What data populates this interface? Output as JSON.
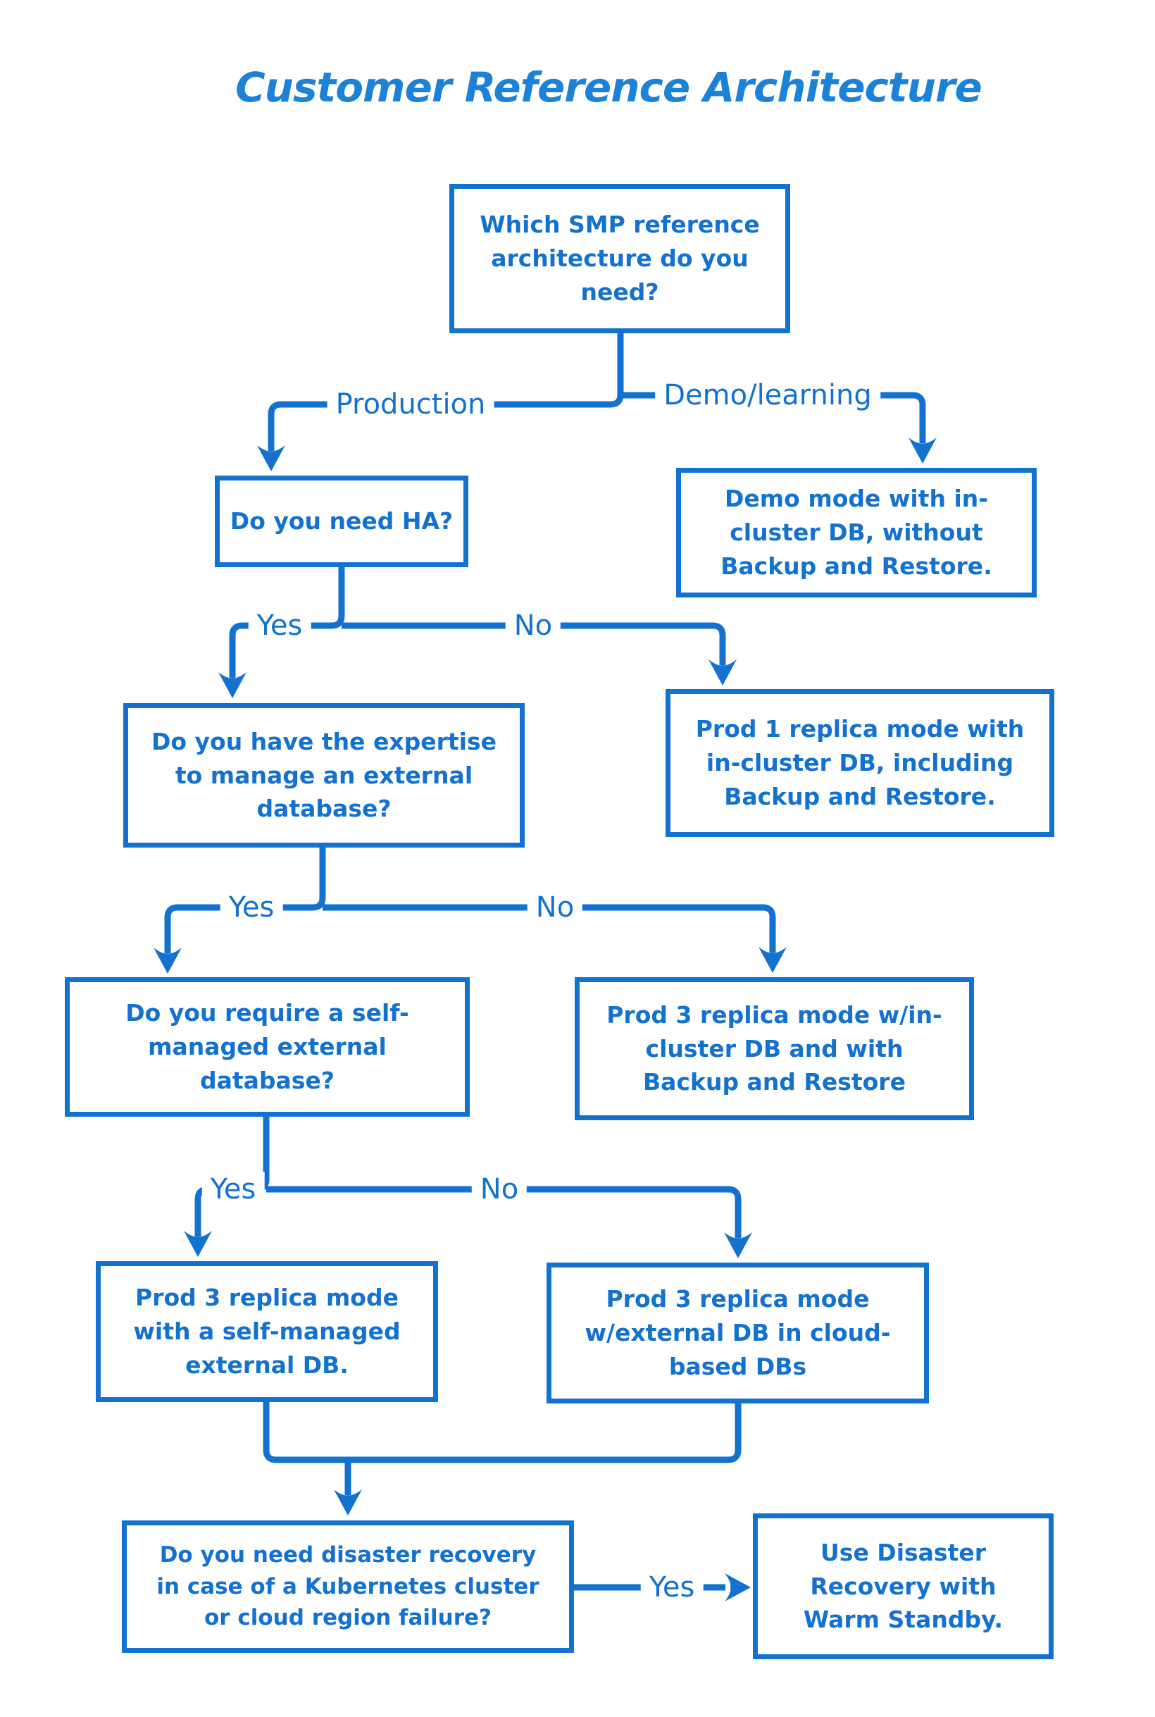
{
  "title": "Customer Reference Architecture",
  "colors": {
    "primary_blue": "#1371cf",
    "title_blue": "#1b82d8",
    "background": "#ffffff"
  },
  "flowchart": {
    "nodes": {
      "root": {
        "lines": [
          "Which SMP reference",
          "architecture do you",
          "need?"
        ]
      },
      "ha": {
        "lines": [
          "Do you need HA?"
        ]
      },
      "demo": {
        "lines": [
          "Demo mode with in-",
          "cluster DB, without",
          "Backup and Restore."
        ]
      },
      "prod1": {
        "lines": [
          "Prod 1 replica mode with",
          "in-cluster DB, including",
          "Backup and Restore."
        ]
      },
      "expertise": {
        "lines": [
          "Do you have the expertise",
          "to manage an external",
          "database?"
        ]
      },
      "selfmanaged": {
        "lines": [
          "Do you require a self-",
          "managed external",
          "database?"
        ]
      },
      "prod3in": {
        "lines": [
          "Prod 3 replica mode w/in-",
          "cluster DB and with",
          "Backup and Restore"
        ]
      },
      "prod3self": {
        "lines": [
          "Prod 3 replica mode",
          "with a self-managed",
          "external DB."
        ]
      },
      "prod3ext": {
        "lines": [
          "Prod 3 replica mode",
          "w/external DB in cloud-",
          "based DBs"
        ]
      },
      "dr": {
        "lines": [
          "Do you need disaster recovery",
          "in case of a Kubernetes cluster",
          "or cloud region failure?"
        ]
      },
      "warm": {
        "lines": [
          "Use Disaster",
          "Recovery with",
          "Warm Standby."
        ]
      }
    },
    "edge_labels": {
      "production": "Production",
      "demo_learning": "Demo/learning",
      "yes1": "Yes",
      "no1": "No",
      "yes2": "Yes",
      "no2": "No",
      "yes3": "Yes",
      "no3": "No",
      "yes4": "Yes"
    }
  }
}
